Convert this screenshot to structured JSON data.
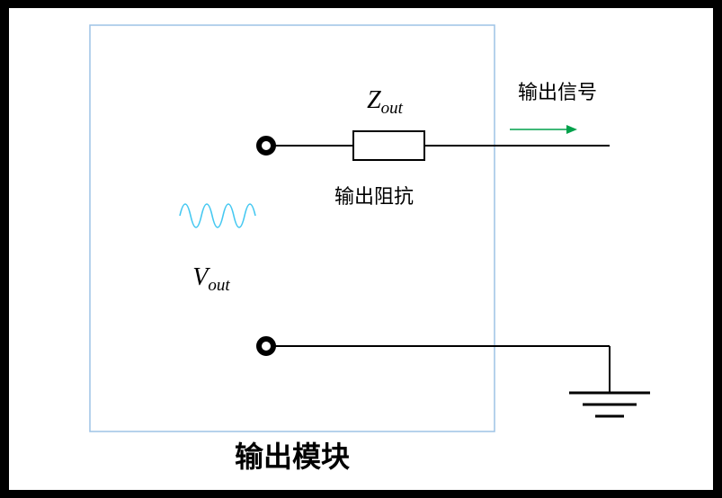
{
  "title": "输出模块",
  "labels": {
    "impedance_symbol": "Z",
    "impedance_subscript": "out",
    "impedance_name": "输出阻抗",
    "signal_name": "输出信号",
    "source_symbol": "V",
    "source_subscript": "out"
  },
  "colors": {
    "frame": "#000000",
    "background": "#ffffff",
    "module_box": "#9dc3e6",
    "wire": "#000000",
    "sine_wave": "#45c8f1",
    "arrow_line": "#00a14b",
    "arrow_head": "#00a14b"
  }
}
